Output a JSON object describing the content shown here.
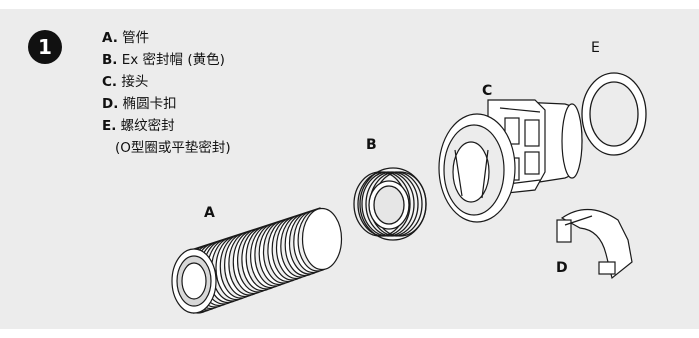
{
  "step_number": "1",
  "legend": [
    {
      "key": "A.",
      "text": "管件"
    },
    {
      "key": "B.",
      "text": "Ex 密封帽 (黄色)"
    },
    {
      "key": "C.",
      "text": "接头"
    },
    {
      "key": "D.",
      "text": "椭圆卡扣"
    },
    {
      "key": "E.",
      "text": "螺纹密封"
    }
  ],
  "legend_note": "(O型圈或平垫密封)",
  "part_labels": {
    "a": "A",
    "b": "B",
    "c": "C",
    "d": "D",
    "e": "E"
  },
  "colors": {
    "panel": "#ececec",
    "line": "#1a1a1a",
    "badge": "#111111"
  }
}
